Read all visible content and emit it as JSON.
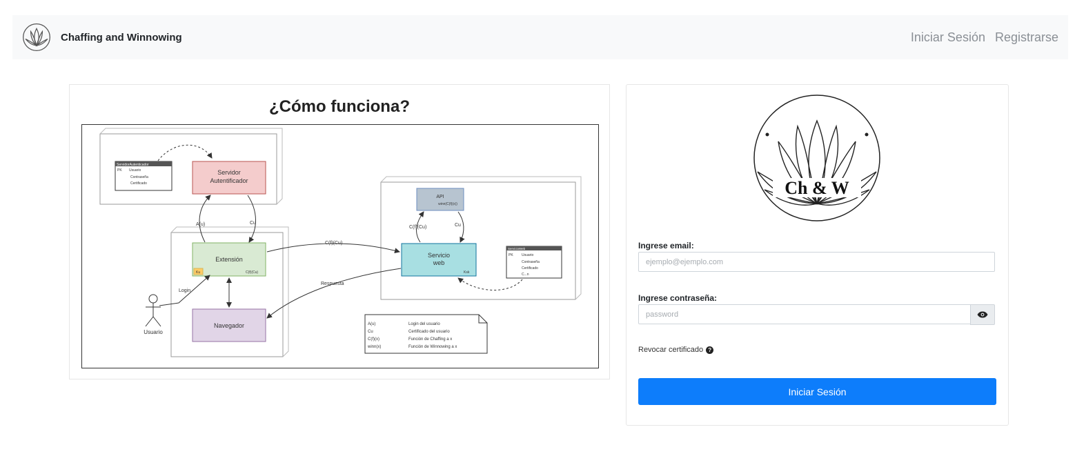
{
  "navbar": {
    "brand_name": "Chaffing and Winnowing",
    "links": [
      {
        "label": "Iniciar Sesión"
      },
      {
        "label": "Registrarse"
      }
    ]
  },
  "diagram": {
    "title": "¿Cómo funciona?",
    "table_auth": {
      "header": "ServidorAutenticador",
      "pk": "PK",
      "rows": [
        "Usuario",
        "Contraseña",
        "Certificado"
      ]
    },
    "table_web": {
      "header": "ServicioWeb",
      "pk": "PK",
      "rows": [
        "Usuario",
        "Contraseña",
        "Certificado",
        "C...n"
      ]
    },
    "nodes": {
      "auth_server_line1": "Servidor",
      "auth_server_line2": "Autentificador",
      "extension": "Extensión",
      "extension_tag": "Ku",
      "extension_sub": "C(f)(Cu)",
      "browser": "Navegador",
      "api_line1": "API",
      "api_line2": "winn(C(f)(x))",
      "webservice_line1": "Servicio",
      "webservice_line2": "web",
      "webservice_tag": "Ksk",
      "user": "Usuario"
    },
    "edges": {
      "a_u": "A(u)",
      "c_u": "Cu",
      "cf_cu": "C(f)(Cu)",
      "cf_cu_api": "C(f)(Cu)",
      "cu_api": "Cu",
      "login": "Login",
      "respuesta": "Respuesta"
    },
    "legend": [
      {
        "key": "A(u)",
        "value": "Login del usuario"
      },
      {
        "key": "Cu",
        "value": "Certificado del usuario"
      },
      {
        "key": "C(f)(x)",
        "value": "Función de Chaffing a x"
      },
      {
        "key": "winn(x)",
        "value": "Función de Winnowing a x"
      }
    ]
  },
  "login": {
    "logo_text": "Ch & W",
    "email_label": "Ingrese email:",
    "email_placeholder": "ejemplo@ejemplo.com",
    "password_label": "Ingrese contraseña:",
    "password_placeholder": "password",
    "eye_icon": "eye-icon",
    "revoke_label": "Revocar certificado",
    "help_glyph": "?",
    "submit_label": "Iniciar Sesión"
  },
  "colors": {
    "primary": "#0d7dfb",
    "navbar_bg": "#f8f9fa",
    "auth_node": "#f4cccc",
    "extension_node": "#d9ead3",
    "browser_node": "#e1d5e7",
    "api_node": "#b7c4d0",
    "webservice_node": "#a8dfe2"
  }
}
